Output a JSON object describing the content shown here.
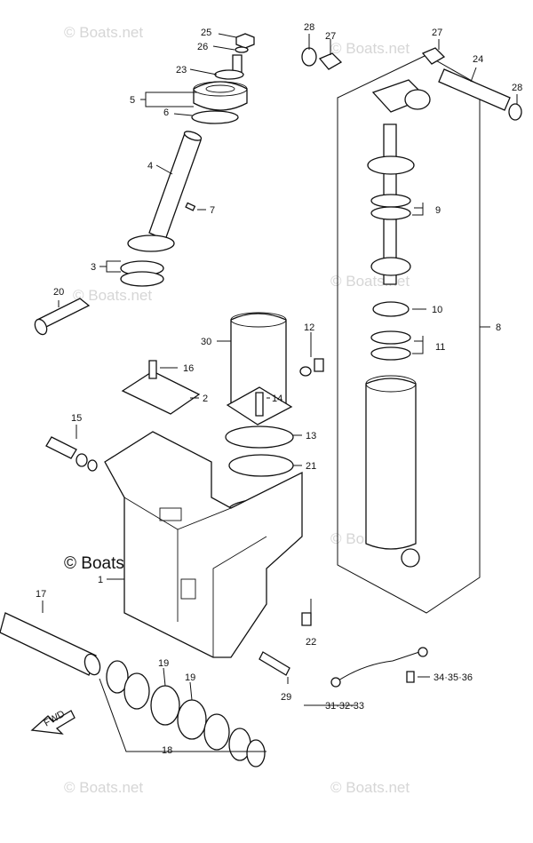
{
  "watermark": {
    "text": "Boats.net",
    "copyright_text": "© Boats.net"
  },
  "callouts": {
    "c1": "1",
    "c2": "2",
    "c3": "3",
    "c4": "4",
    "c5": "5",
    "c6": "6",
    "c7": "7",
    "c8": "8",
    "c9": "9",
    "c10": "10",
    "c11": "11",
    "c12": "12",
    "c13": "13",
    "c14": "14",
    "c15": "15",
    "c16": "16",
    "c17": "17",
    "c18": "18",
    "c19a": "19",
    "c19b": "19",
    "c20": "20",
    "c21": "21",
    "c22": "22",
    "c23": "23",
    "c24": "24",
    "c25": "25",
    "c26": "26",
    "c27a": "27",
    "c27b": "27",
    "c28a": "28",
    "c28b": "28",
    "c29": "29",
    "c30": "30",
    "c31": "31·32·33",
    "c34": "34·35·36"
  },
  "fwd_label": "FWD"
}
